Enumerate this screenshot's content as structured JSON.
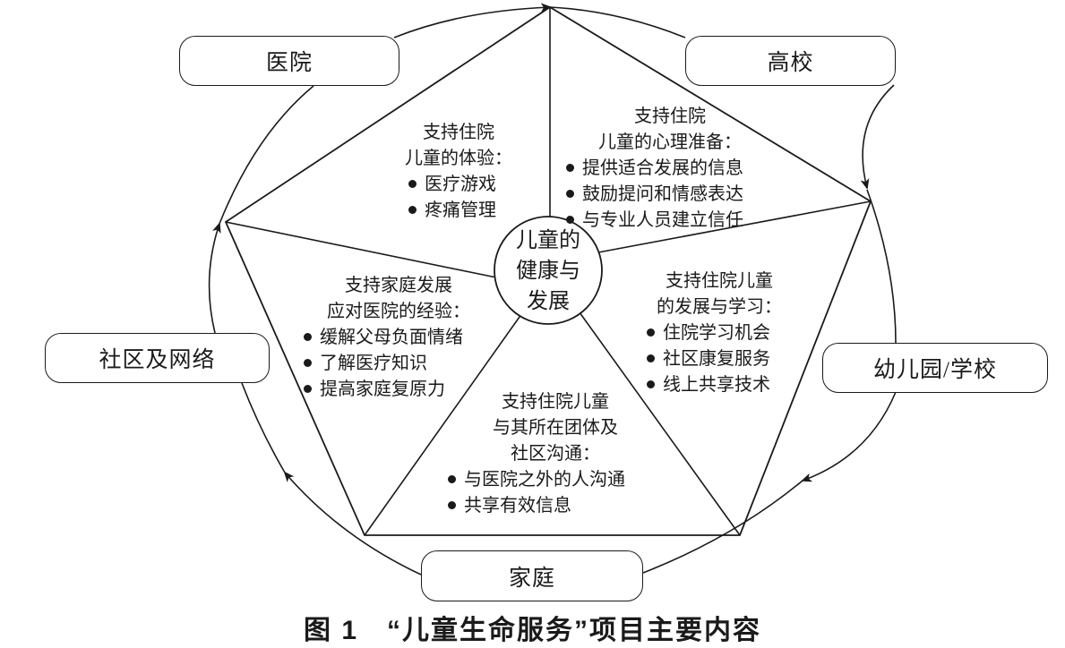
{
  "nodes": {
    "hospital": "医院",
    "university": "高校",
    "community": "社区及网络",
    "kindergarten": "幼儿园/学校",
    "family": "家庭"
  },
  "center": [
    "儿童的",
    "健康与",
    "发展"
  ],
  "segments": {
    "experience": {
      "heading": [
        "支持住院",
        "儿童的体验："
      ],
      "items": [
        "医疗游戏",
        "疼痛管理"
      ]
    },
    "psychology": {
      "heading": [
        "支持住院",
        "儿童的心理准备："
      ],
      "items": [
        "提供适合发展的信息",
        "鼓励提问和情感表达",
        "与专业人员建立信任"
      ]
    },
    "family": {
      "heading": [
        "支持家庭发展",
        "应对医院的经验："
      ],
      "items": [
        "缓解父母负面情绪",
        "了解医疗知识",
        "提高家庭复原力"
      ]
    },
    "development": {
      "heading": [
        "支持住院儿童",
        "的发展与学习："
      ],
      "items": [
        "住院学习机会",
        "社区康复服务",
        "线上共享技术"
      ]
    },
    "group": {
      "heading": [
        "支持住院儿童",
        "与其所在团体及",
        "社区沟通："
      ],
      "items": [
        "与医院之外的人沟通",
        "共享有效信息"
      ]
    }
  },
  "caption": "图 1　“儿童生命服务”项目主要内容"
}
